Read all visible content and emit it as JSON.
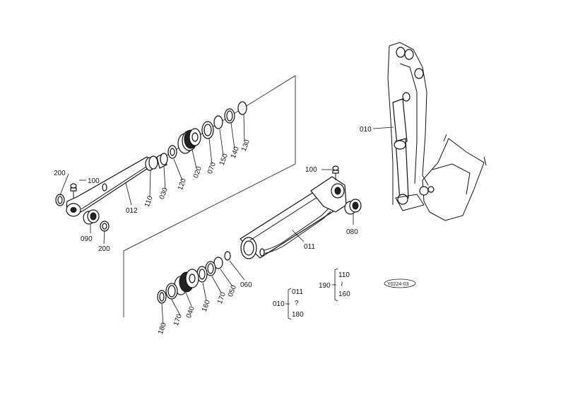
{
  "labels": {
    "p010_arm": "010",
    "p100_a": "100",
    "p200_a": "200",
    "p012": "012",
    "p110": "110",
    "p030": "030",
    "p120": "120",
    "p020_top": "020",
    "p070": "070",
    "p150": "150",
    "p140": "140",
    "p130": "130",
    "p090": "090",
    "p200_b": "200",
    "p100_b": "100",
    "p080": "080",
    "p011": "011",
    "p060": "060",
    "p050": "050",
    "p170_a": "170",
    "p160": "160",
    "p040": "040",
    "p170_b": "170",
    "p180": "180",
    "leg1_main": "010",
    "leg1_top": "011",
    "leg1_mid": "?",
    "leg1_bot": "180",
    "leg2_main": "190",
    "leg2_top": "110",
    "leg2_mid": "≀",
    "leg2_bot": "160",
    "ref_code": "Y0224-03"
  }
}
